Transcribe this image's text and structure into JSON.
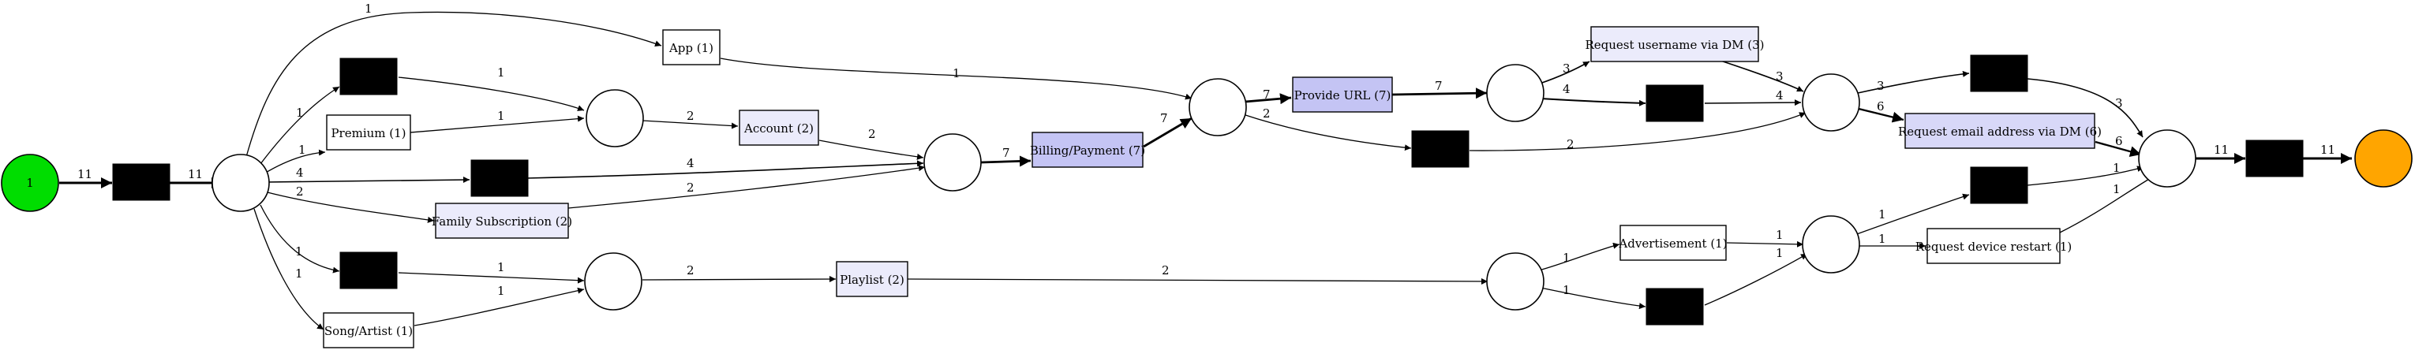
{
  "diagram": {
    "type": "petri-net",
    "colors": {
      "start": "#00dd00",
      "end": "#ffa500",
      "white": "#ffffff",
      "light": "#ebebfb",
      "medium": "#d8d8f8",
      "strong": "#c4c4f4",
      "silent": "#000000"
    },
    "start_token": "1",
    "transitions": [
      {
        "id": "app",
        "label": "App (1)",
        "shade": "white"
      },
      {
        "id": "premium",
        "label": "Premium (1)",
        "shade": "white"
      },
      {
        "id": "account",
        "label": "Account (2)",
        "shade": "light"
      },
      {
        "id": "family",
        "label": "Family Subscription (2)",
        "shade": "light"
      },
      {
        "id": "billing",
        "label": "Billing/Payment (7)",
        "shade": "strong"
      },
      {
        "id": "provideurl",
        "label": "Provide URL (7)",
        "shade": "strong"
      },
      {
        "id": "requsername",
        "label": "Request username via DM (3)",
        "shade": "light"
      },
      {
        "id": "reqemail",
        "label": "Request email address via DM (6)",
        "shade": "medium"
      },
      {
        "id": "playlist",
        "label": "Playlist (2)",
        "shade": "light"
      },
      {
        "id": "songartist",
        "label": "Song/Artist (1)",
        "shade": "white"
      },
      {
        "id": "advert",
        "label": "Advertisement (1)",
        "shade": "white"
      },
      {
        "id": "restart",
        "label": "Request device restart (1)",
        "shade": "white"
      }
    ],
    "arc_labels": [
      {
        "id": "a_start_t0",
        "text": "11"
      },
      {
        "id": "a_t0_p1",
        "text": "11"
      },
      {
        "id": "a_p1_app",
        "text": "1"
      },
      {
        "id": "a_p1_s1",
        "text": "1"
      },
      {
        "id": "a_p1_premium",
        "text": "1"
      },
      {
        "id": "a_p1_s2",
        "text": "4"
      },
      {
        "id": "a_p1_family",
        "text": "2"
      },
      {
        "id": "a_p1_s3",
        "text": "1"
      },
      {
        "id": "a_p1_song",
        "text": "1"
      },
      {
        "id": "a_s1_p2",
        "text": "1"
      },
      {
        "id": "a_premium_p2",
        "text": "1"
      },
      {
        "id": "a_p2_account",
        "text": "2"
      },
      {
        "id": "a_account_p3",
        "text": "2"
      },
      {
        "id": "a_s2_p3",
        "text": "4"
      },
      {
        "id": "a_family_p3",
        "text": "2"
      },
      {
        "id": "a_p3_billing",
        "text": "7"
      },
      {
        "id": "a_billing_p4",
        "text": "7"
      },
      {
        "id": "a_app_p4",
        "text": "1"
      },
      {
        "id": "a_p4_url",
        "text": "7"
      },
      {
        "id": "a_p4_s4",
        "text": "2"
      },
      {
        "id": "a_url_p5",
        "text": "7"
      },
      {
        "id": "a_p5_requser",
        "text": "3"
      },
      {
        "id": "a_p5_s5",
        "text": "4"
      },
      {
        "id": "a_requser_p6",
        "text": "3"
      },
      {
        "id": "a_s5_p6",
        "text": "4"
      },
      {
        "id": "a_s4_p6",
        "text": "2"
      },
      {
        "id": "a_p6_s6",
        "text": "3"
      },
      {
        "id": "a_p6_reqemail",
        "text": "6"
      },
      {
        "id": "a_s6_p7",
        "text": "3"
      },
      {
        "id": "a_reqemail_p7",
        "text": "6"
      },
      {
        "id": "a_p7_s7",
        "text": "11"
      },
      {
        "id": "a_s7_end",
        "text": "11"
      },
      {
        "id": "a_s3_p8",
        "text": "1"
      },
      {
        "id": "a_song_p8",
        "text": "1"
      },
      {
        "id": "a_p8_playlist",
        "text": "2"
      },
      {
        "id": "a_playlist_p9",
        "text": "2"
      },
      {
        "id": "a_p9_advert",
        "text": "1"
      },
      {
        "id": "a_p9_s8",
        "text": "1"
      },
      {
        "id": "a_advert_p10",
        "text": "1"
      },
      {
        "id": "a_s8_p10",
        "text": "1"
      },
      {
        "id": "a_p10_s9",
        "text": "1"
      },
      {
        "id": "a_p10_restart",
        "text": "1"
      },
      {
        "id": "a_s9_p7",
        "text": "1"
      },
      {
        "id": "a_restart_p7",
        "text": "1"
      }
    ]
  }
}
